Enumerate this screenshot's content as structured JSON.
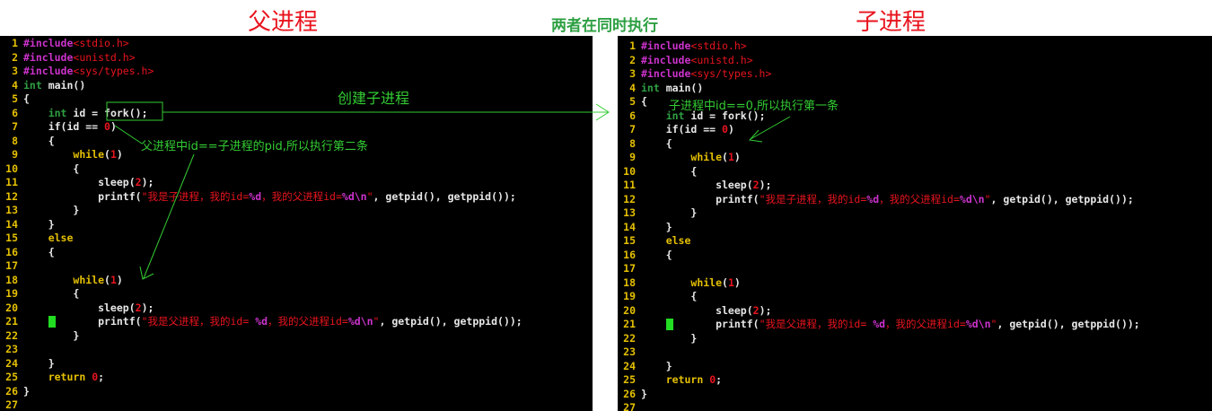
{
  "titles": {
    "parent": "父进程",
    "middle": "两者在同时执行",
    "child": "子进程"
  },
  "annotations": {
    "create_child": "创建子进程",
    "parent_note": "父进程中id==子进程的pid,所以执行第二条",
    "child_note": "子进程中id==0,所以执行第一条"
  },
  "colors": {
    "title": "#e8141e",
    "middle_title": "#2ea043",
    "annotation": "#33cc33",
    "terminal_bg": "#000000",
    "line_number": "#e5c000"
  },
  "code": {
    "l1": {
      "n": "1",
      "a": "#include",
      "b": "<stdio.h>"
    },
    "l2": {
      "n": "2",
      "a": "#include",
      "b": "<unistd.h>"
    },
    "l3": {
      "n": "3",
      "a": "#include",
      "b": "<sys/types.h>"
    },
    "l4": {
      "n": "4",
      "a": "int",
      "b": " main()"
    },
    "l5": {
      "n": "5",
      "a": "{"
    },
    "l6": {
      "n": "6",
      "a": "    ",
      "b": "int",
      "c": " id = fork();"
    },
    "l7": {
      "n": "7",
      "a": "    if(id == ",
      "b": "0",
      "c": ")"
    },
    "l8": {
      "n": "8",
      "a": "    {"
    },
    "l9": {
      "n": "9",
      "a": "        ",
      "b": "while",
      "c": "(",
      "d": "1",
      "e": ")"
    },
    "l10": {
      "n": "10",
      "a": "        {"
    },
    "l11": {
      "n": "11",
      "a": "            sleep(",
      "b": "2",
      "c": ");"
    },
    "l12": {
      "n": "12",
      "a": "            printf(",
      "b": "\"我是子进程，我的id=",
      "c": "%d",
      "d": "，我的父进程id=",
      "e": "%d\\n",
      "f": "\"",
      "g": ", getpid(), getppid());"
    },
    "l13": {
      "n": "13",
      "a": "        }"
    },
    "l14": {
      "n": "14",
      "a": "    }"
    },
    "l15": {
      "n": "15",
      "a": "    ",
      "b": "else"
    },
    "l16": {
      "n": "16",
      "a": "    {"
    },
    "l17": {
      "n": "17",
      "a": ""
    },
    "l18": {
      "n": "18",
      "a": "        ",
      "b": "while",
      "c": "(",
      "d": "1",
      "e": ")"
    },
    "l19": {
      "n": "19",
      "a": "        {"
    },
    "l20": {
      "n": "20",
      "a": "            sleep(",
      "b": "2",
      "c": ");"
    },
    "l21": {
      "n": "21",
      "a": "    ",
      "b": "        printf(",
      "c": "\"我是父进程，我的id= ",
      "d": "%d",
      "e": "，我的父进程id=",
      "f": "%d\\n",
      "g": "\"",
      "h": ", getpid(), getppid());"
    },
    "l22": {
      "n": "22",
      "a": "        }"
    },
    "l23": {
      "n": "23",
      "a": ""
    },
    "l24": {
      "n": "24",
      "a": "    }"
    },
    "l25": {
      "n": "25",
      "a": "    ",
      "b": "return",
      "c": " ",
      "d": "0",
      "e": ";"
    },
    "l26": {
      "n": "26",
      "a": "}"
    },
    "l27": {
      "n": "27"
    }
  }
}
